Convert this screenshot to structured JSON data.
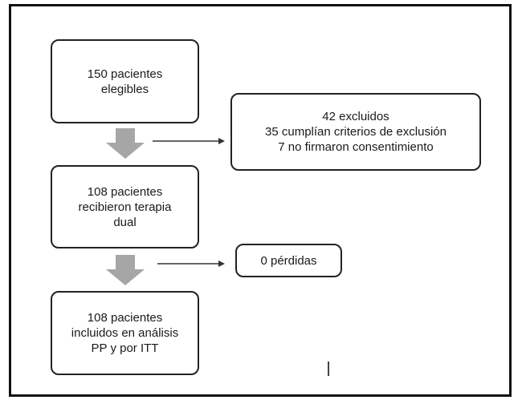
{
  "boxes": {
    "eligible": [
      "150 pacientes",
      "elegibles"
    ],
    "treated": [
      "108 pacientes",
      "recibieron terapia",
      "dual"
    ],
    "analyzed": [
      "108 pacientes",
      "incluidos en análisis",
      "PP y por ITT"
    ],
    "excluded": [
      "42 excluidos",
      "35 cumplían criterios de exclusión",
      "7 no firmaron consentimiento"
    ],
    "losses": [
      "0 pérdidas"
    ]
  },
  "colors": {
    "border": "#222222",
    "down_arrow": "#a6a6a6",
    "side_arrow": "#333333"
  }
}
